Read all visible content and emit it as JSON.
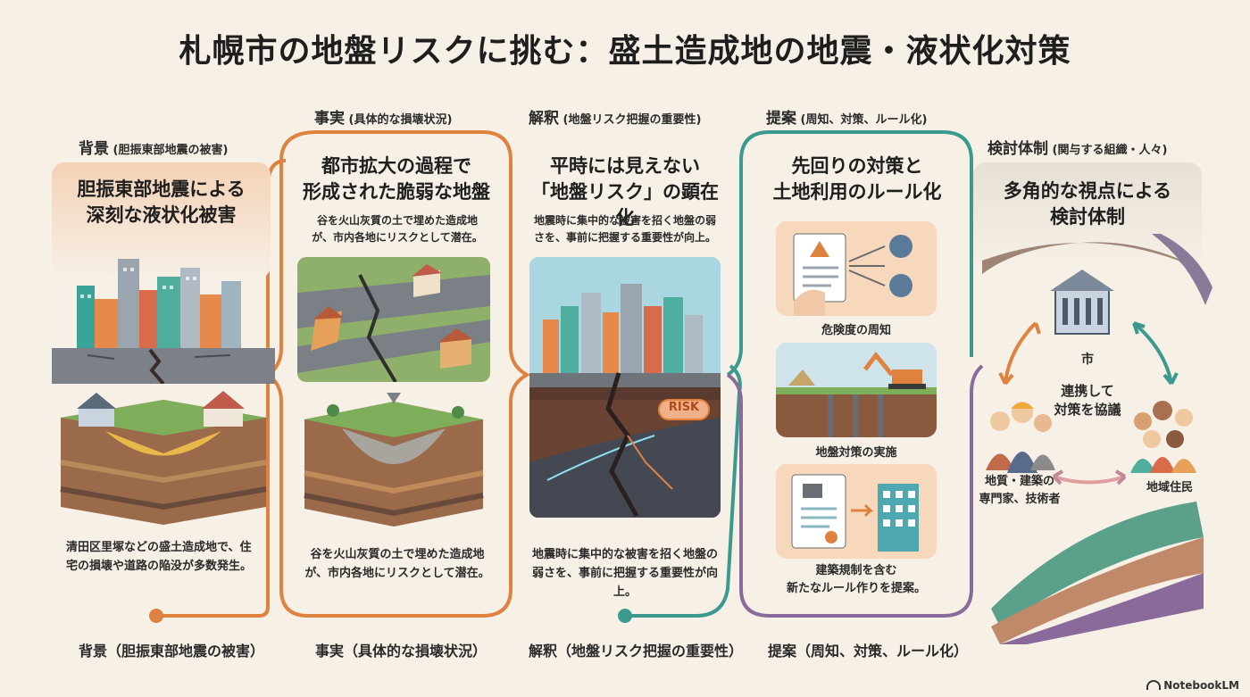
{
  "title": "札幌市の地盤リスクに挑む：盛土造成地の地震・液状化対策",
  "sections": {
    "background": {
      "header_main": "背景",
      "header_sub": "(胆振東部地震の被害)",
      "card_title": "胆振東部地震による\n深刻な液状化被害",
      "body": "清田区里塚などの盛土造成地で、住\n宅の損壊や道路の陥没が多数発生。",
      "bottom_label": "背景（胆振東部地震の被害）"
    },
    "facts": {
      "header_main": "事実",
      "header_sub": "(具体的な損壊状況)",
      "card_title": "都市拡大の過程で\n形成された脆弱な地盤",
      "body_top": "谷を火山灰質の土で埋めた造成地\nが、市内各地にリスクとして潜在。",
      "body_bottom": "谷を火山灰質の土で埋めた造成地\nが、市内各地にリスクとして潜在。",
      "bottom_label": "事実（具体的な損壊状況）"
    },
    "interpretation": {
      "header_main": "解釈",
      "header_sub": "(地盤リスク把握の重要性)",
      "card_title": "平時には見えない\n「地盤リスク」の顕在化",
      "body_top": "地震時に集中的な被害を招く地盤の弱\nさを、事前に把握する重要性が向上。",
      "risk_label": "RISK",
      "body_bottom": "地震時に集中的な被害を招く地盤の\n弱さを、事前に把握する重要性が向\n上。",
      "bottom_label": "解釈（地盤リスク把握の重要性）"
    },
    "proposal": {
      "header_main": "提案",
      "header_sub": "(周知、対策、ルール化)",
      "card_title": "先回りの対策と\n土地利用のルール化",
      "item1": "危険度の周知",
      "item2": "地盤対策の実施",
      "item3": "建築規制を含む\n新たなルール作りを提案。",
      "bottom_label": "提案（周知、対策、ルール化）"
    },
    "structure": {
      "header_main": "検討体制",
      "header_sub": "(関与する組織・人々)",
      "card_title": "多角的な視点による\n検討体制",
      "city": "市",
      "center_text": "連携して\n対策を協議",
      "experts": "地質・建築の\n専門家、技術者",
      "residents": "地域住民"
    }
  },
  "brand": "NotebookLM",
  "colors": {
    "orange": "#e0823f",
    "teal": "#3a9a8e",
    "purple": "#8a6a9a",
    "background": "#f6f0e6"
  }
}
